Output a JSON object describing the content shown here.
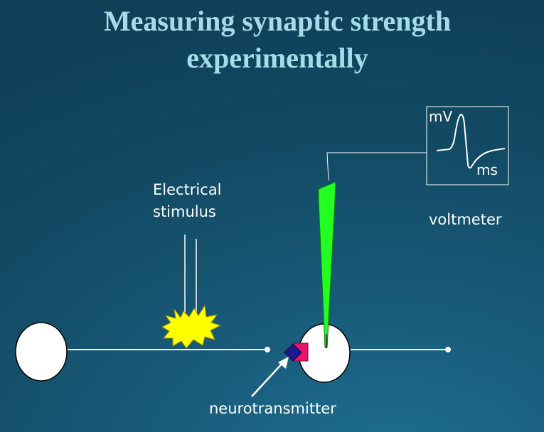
{
  "slide": {
    "title_line1": "Measuring synaptic strength",
    "title_line2": "experimentally"
  },
  "labels": {
    "stimulus_line1": "Electrical",
    "stimulus_line2": "stimulus",
    "voltmeter": "voltmeter",
    "neurotransmitter": "neurotransmitter"
  },
  "trace": {
    "y_unit": "mV",
    "x_unit": "ms"
  },
  "colors": {
    "title": "#a6dcea",
    "electrode": "#22ff22",
    "stimulus": "#ffff00",
    "transmitter_blue": "#1a1a8c",
    "receptor_magenta": "#e6156e",
    "neuron": "#ffffff"
  }
}
